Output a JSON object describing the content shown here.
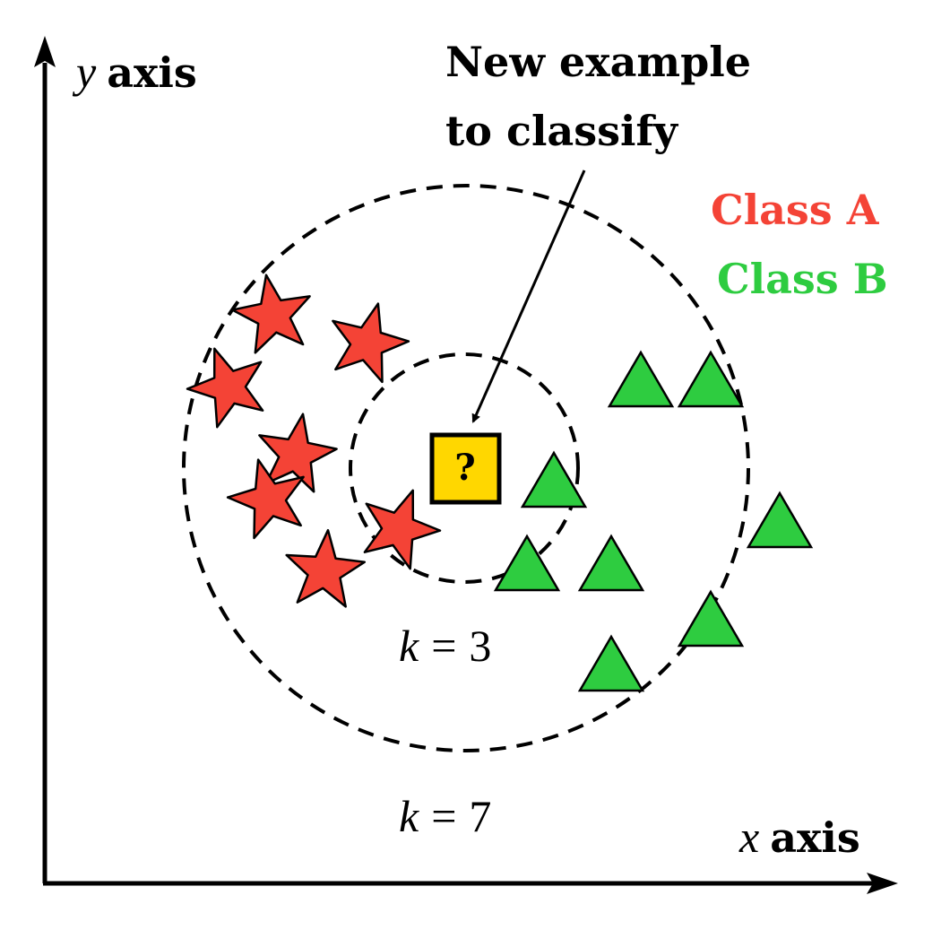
{
  "axes": {
    "y_var": "y",
    "y_word": "axis",
    "x_var": "x",
    "x_word": "axis"
  },
  "annotation": {
    "line1": "New example",
    "line2": "to classify"
  },
  "query": {
    "symbol": "?",
    "color": "#FFD700"
  },
  "legend": [
    {
      "label": "Class A",
      "color": "#F44336",
      "marker": "star"
    },
    {
      "label": "Class B",
      "color": "#2ECC40",
      "marker": "triangle"
    }
  ],
  "neighborhoods": [
    {
      "k_var": "k",
      "eq": "=",
      "k_value": "3"
    },
    {
      "k_var": "k",
      "eq": "=",
      "k_value": "7"
    }
  ],
  "counts": {
    "class_a_points": 7,
    "class_b_points": 8
  }
}
